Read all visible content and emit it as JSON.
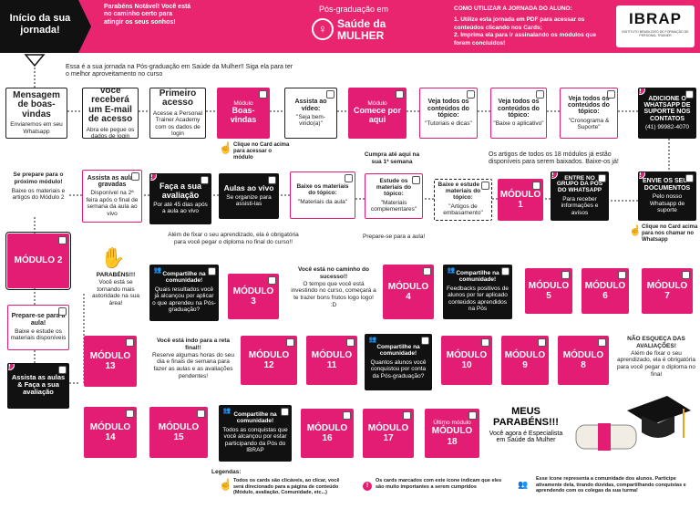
{
  "header": {
    "start_title": "Início da sua jornada!",
    "congrats": "Parabéns Notável! Você está no caminho certo para atingir os seus sonhos!",
    "program_label": "Pós-graduação em",
    "program_name": "Saúde da MULHER",
    "howto_title": "COMO UTILIZAR A JORNADA DO ALUNO:",
    "howto_1": "1. Utilize esta jornada em PDF para acessar os conteúdos clicando nos Cards;",
    "howto_2": "2. Imprima ela para ir assinalando os módulos que forem concluídos!",
    "logo": "IBRAP",
    "logo_sub": "INSTITUTO BRASILEIRO DE FORMAÇÃO DE PERSONAL TRAINER"
  },
  "intro": "Essa é a sua jornada na Pós-graduação em Saúde da Mulher!! Siga ela para ter o melhor aproveitamento no curso",
  "row1": {
    "welcome_msg_t": "Mensagem de boas-vindas",
    "welcome_msg_s": "Enviaremos em seu Whatsapp",
    "email_t": "Você receberá um E-mail de acesso",
    "email_s": "Abra ele pegue os dados de login",
    "first_t": "Primeiro acesso",
    "first_s": "Acesse a Personal Trainer Academy com os dados de login",
    "mod_welcome_t": "Módulo",
    "mod_welcome_n": "Boas-vindas",
    "video_t": "Assista ao vídeo:",
    "video_s": "\"Seja bem-vindo(a)\"",
    "mod_start_t": "Módulo",
    "mod_start_n": "Comece por aqui",
    "topic1_t": "Veja todos os conteúdos do tópico:",
    "topic1_s": "\"Tutoriais e dicas\"",
    "topic2_t": "Veja todos os conteúdos do tópico:",
    "topic2_s": "\"Baixe o aplicativo\"",
    "topic3_t": "Veja todos os conteúdos do tópico:",
    "topic3_s": "\"Cronograma & Suporte\"",
    "whatsapp_t": "ADICIONE O WHATSAPP DE SUPORTE NOS CONTATOS",
    "whatsapp_s": "(41) 99982-4070"
  },
  "notes": {
    "click_card": "Clique no Card acima para acessar o módulo",
    "until_week": "Cumpra até aqui na sua 1ª semana",
    "modules_avail": "Os artigos de todos os 18 módulos já estão disponíveis para serem baixados. Baixe-os já!",
    "click_whats": "Clique no Card acima para nos chamar no Whatsapp",
    "prepare_class": "Prepare-se para a aula!",
    "diploma": "Além de fixar o seu aprendizado, ela é obrigatória para você pegar o diploma no final do curso!!",
    "next_module_t": "Se prepare para o próximo módulo!",
    "next_module_s": "Baixe os materiais e artigos do Módulo 2"
  },
  "row2": {
    "send_docs_t": "ENVIE OS SEUS DOCUMENTOS",
    "send_docs_s": "Pelo nosso Whatsapp de suporte",
    "group_t": "ENTRE NO GRUPO DA PÓS DO WHATSAPP",
    "group_s": "Para receber informações e avisos",
    "mod1": "MÓDULO 1",
    "articles_t": "Baixe e estude os materiais do tópico:",
    "articles_s": "\"Artigos de embasamento\"",
    "complement_t": "Estude os materiais do tópico:",
    "complement_s": "\"Materiais complementares\"",
    "class_mat_t": "Baixe os materiais do tópico:",
    "class_mat_s": "\"Materiais da aula\"",
    "live_t": "Aulas ao vivo",
    "live_s": "Se organize para assisti-las",
    "eval_t": "Faça a sua avaliação",
    "eval_s": "Por até 45 dias após a aula ao vivo",
    "recorded_t": "Assista as aulas gravadas",
    "recorded_s": "Disponível na 2ª feira após o final de semana da aula ao vivo"
  },
  "left": {
    "mod2": "MÓDULO 2",
    "prep_t": "Prepare-se para a aula!",
    "prep_s": "Baixe e estude os materiais disponíveis",
    "watch_t": "Assista as aulas & Faça a sua avaliação"
  },
  "row3": {
    "congrats_t": "PARABÉNS!!!",
    "congrats_s": "Você está se tornando mais autoridade na sua área!",
    "share1_t": "Compartilhe na comunidade!",
    "share1_s": "Quais resultados você já alcançou por aplicar o que aprendeu na Pós-graduação?",
    "mod3": "MÓDULO 3",
    "success_t": "Você está no caminho do sucesso!!",
    "success_s": "O tempo que você está investindo no curso, começará a te trazer bons frutos logo logo! :D",
    "mod4": "MÓDULO 4",
    "share2_t": "Compartilhe na comunidade!",
    "share2_s": "Feedbacks positivos de alunos por ter aplicado conteúdos aprendidos na Pós",
    "mod5": "MÓDULO 5",
    "mod6": "MÓDULO 6",
    "mod7": "MÓDULO 7"
  },
  "row4": {
    "mod13": "MÓDULO 13",
    "straight_t": "Você está indo para a reta final!!",
    "straight_s": "Reserve algumas horas do seu dia e finais de semana para fazer as aulas e as avaliações pendentes!",
    "mod12": "MÓDULO 12",
    "mod11": "MÓDULO 11",
    "share3_t": "Compartilhe na comunidade!",
    "share3_s": "Quantos alunos você conquistou por conta da Pós-graduação?",
    "mod10": "MÓDULO 10",
    "mod9": "MÓDULO 9",
    "mod8": "MÓDULO 8",
    "forget_t": "NÃO ESQUEÇA DAS AVALIAÇÕES!",
    "forget_s": "Além de fixar o seu aprendizado, ela é obrigatória para você pegar o diploma no final"
  },
  "row5": {
    "mod14": "MÓDULO 14",
    "mod15": "MÓDULO 15",
    "share4_t": "Compartilhe na comunidade!",
    "share4_s": "Todos as conquistas que você alcançou por estar participando da Pós do IBRAP",
    "mod16": "MÓDULO 16",
    "mod17": "MÓDULO 17",
    "last_t": "Último módulo",
    "mod18": "MÓDULO 18",
    "final_t": "MEUS PARABÉNS!!!",
    "final_s": "Você agora é Especialista em Saúde da Mulher"
  },
  "legend": {
    "title": "Legendas:",
    "l1": "Todos os cards são clicáveis, ao clicar, você será direcionado para a página de conteúdo (Módulo, avaliação, Comunidade, etc...)",
    "l2": "Os cards marcados com este ícone indicam que eles são muito importantes a serem cumpridos",
    "l3": "Esse ícone representa a comunidade dos alunos. Participe ativamente dela, tirando dúvidas, compartilhando conquistas e aprendendo com os colegas da sua turma!"
  },
  "colors": {
    "pink": "#e21d73",
    "black": "#111111",
    "header": "#e8256e"
  }
}
